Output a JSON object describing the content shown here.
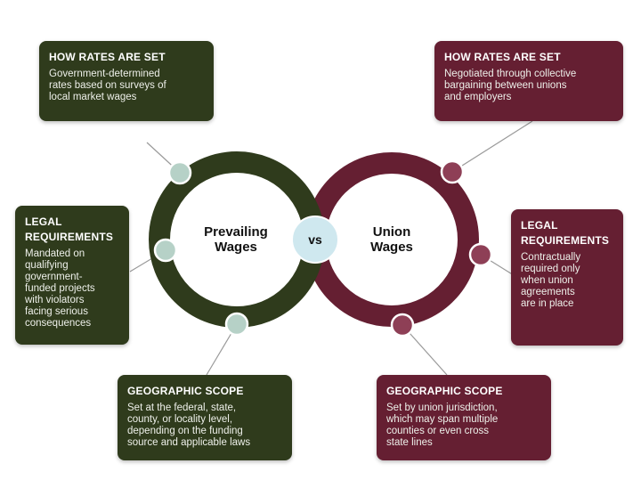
{
  "left": {
    "label": "Prevailing\nWages",
    "color": "#2f3b1c",
    "node_color": "#b6d1c7",
    "boxes": [
      {
        "title": "HOW RATES ARE SET",
        "body": "Government-determined\nrates based on surveys of\nlocal market wages"
      },
      {
        "title": "LEGAL\nREQUIREMENTS",
        "body": "Mandated on\nqualifying\ngovernment-\nfunded projects\nwith violators\nfacing serious\nconsequences"
      },
      {
        "title": "GEOGRAPHIC SCOPE",
        "body": "Set at the federal, state,\ncounty, or locality level,\ndepending on the funding\nsource and applicable laws"
      }
    ]
  },
  "right": {
    "label": "Union\nWages",
    "color": "#651f32",
    "node_color": "#8e3f56",
    "boxes": [
      {
        "title": "HOW RATES ARE SET",
        "body": "Negotiated through collective\nbargaining between unions\nand employers"
      },
      {
        "title": "LEGAL\nREQUIREMENTS",
        "body": "Contractually\nrequired only\nwhen union\nagreements\nare in place"
      },
      {
        "title": "GEOGRAPHIC SCOPE",
        "body": "Set by union jurisdiction,\nwhich may span multiple\ncounties or even cross\nstate lines"
      }
    ]
  },
  "vs": {
    "label": "vs",
    "color": "#cfe8ef"
  }
}
